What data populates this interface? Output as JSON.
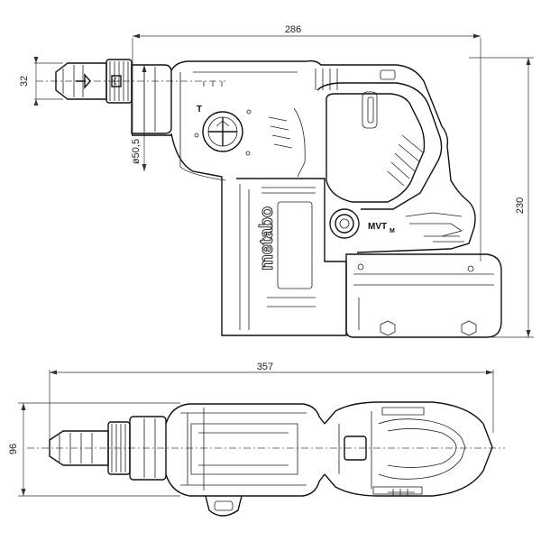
{
  "dimensions": {
    "top_length": "286",
    "chuck_height": "32",
    "collar_diameter": "ø50,5",
    "height": "230",
    "bottom_length": "357",
    "width": "96"
  },
  "labels": {
    "brand": "metabo",
    "system_badge": "MVT",
    "system_badge_sub": "M"
  },
  "icons": {
    "mode_selector": "mode-selector-icon",
    "arrows": "direction-arrows-icon"
  }
}
